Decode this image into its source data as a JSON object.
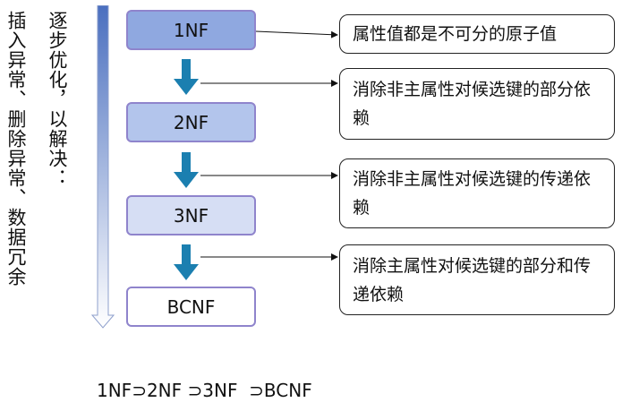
{
  "side_text": {
    "col1": "逐步优化，以解决：",
    "col2": "插入异常、删除异常、数据冗余"
  },
  "normal_forms": [
    {
      "label": "1NF",
      "fill": "#8fa8e0"
    },
    {
      "label": "2NF",
      "fill": "#b3c5ec"
    },
    {
      "label": "3NF",
      "fill": "#d6def4"
    },
    {
      "label": "BCNF",
      "fill": "#ffffff"
    }
  ],
  "descriptions": [
    "属性值都是不可分的原子值",
    "消除非主属性对候选键的部分依赖",
    "消除非主属性对候选键的传递依赖",
    "消除主属性对候选键的部分和传递依赖"
  ],
  "subset_relation": "1NF⊃2NF ⊃3NF  ⊃BCNF",
  "colors": {
    "flow_arrow": "#1b7fb0",
    "gradient_top": "#4a6fbf",
    "gradient_bottom": "#ffffff"
  }
}
